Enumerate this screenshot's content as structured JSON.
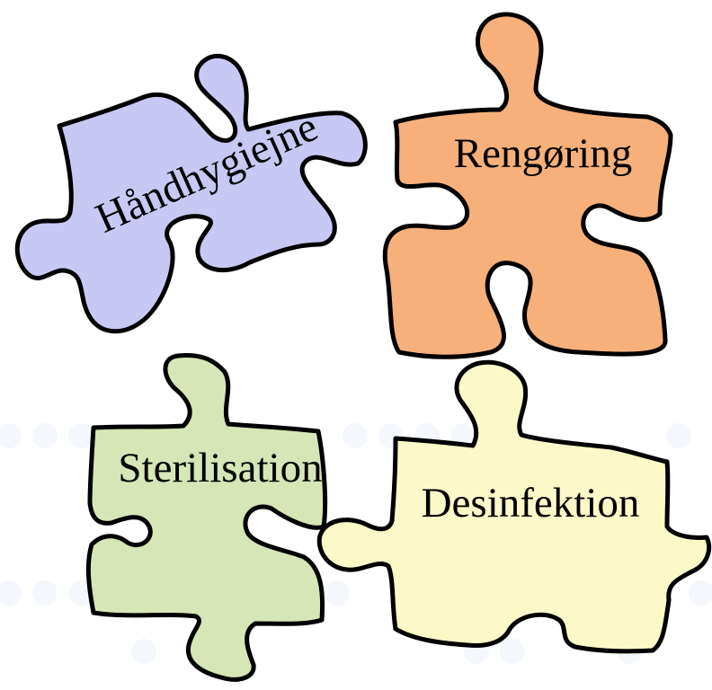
{
  "pieces": [
    {
      "id": "haandhygiejne",
      "label": "Håndhygiejne",
      "color": "#c8c8f4"
    },
    {
      "id": "rengoering",
      "label": "Rengøring",
      "color": "#f7b07a"
    },
    {
      "id": "sterilisation",
      "label": "Sterilisation",
      "color": "#d6e6b6"
    },
    {
      "id": "desinfektion",
      "label": "Desinfektion",
      "color": "#fcf9c8"
    }
  ]
}
